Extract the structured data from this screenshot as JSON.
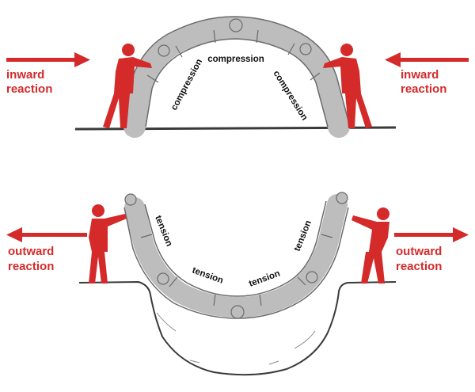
{
  "colors": {
    "reaction": "#d42a2a",
    "figure_gray": "#bdbdbd",
    "outline": "#6b6b6b",
    "ground": "#3a3a3a",
    "label_text": "#111111"
  },
  "top_diagram": {
    "left_reaction": {
      "line1": "inward",
      "line2": "reaction"
    },
    "right_reaction": {
      "line1": "inward",
      "line2": "reaction"
    },
    "force_labels": [
      "compression",
      "compression",
      "compression"
    ]
  },
  "bottom_diagram": {
    "left_reaction": {
      "line1": "outward",
      "line2": "reaction"
    },
    "right_reaction": {
      "line1": "outward",
      "line2": "reaction"
    },
    "force_labels": [
      "tension",
      "tension",
      "tension",
      "tension"
    ]
  },
  "icons": [
    "arrow-right-icon",
    "arrow-left-icon",
    "human-figure-icon"
  ]
}
